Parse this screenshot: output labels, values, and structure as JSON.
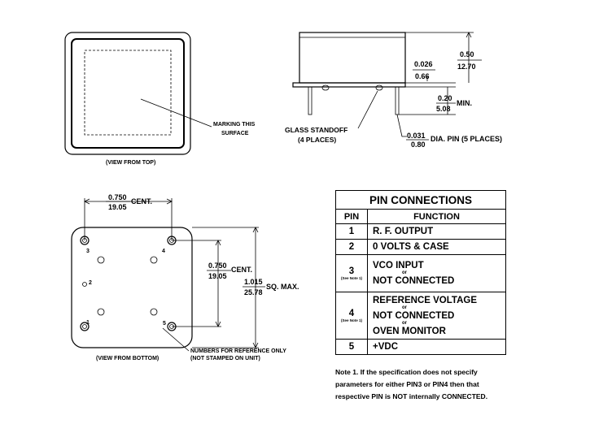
{
  "top_view": {
    "marking_label_1": "MARKING THIS",
    "marking_label_2": "SURFACE",
    "caption": "(VIEW FROM TOP)"
  },
  "side_view": {
    "height": {
      "in": "0.50",
      "mm": "12.70"
    },
    "standoff": {
      "in": "0.026",
      "mm": "0.66"
    },
    "pin_length": {
      "in": "0.20",
      "mm": "5.08",
      "suffix": "MIN."
    },
    "glass_standoff_1": "GLASS STANDOFF",
    "glass_standoff_2": "(4 PLACES)",
    "pin_dia": {
      "in": "0.031",
      "mm": "0.80",
      "suffix": "DIA. PIN (5 PLACES)"
    }
  },
  "bottom_view": {
    "horiz_spacing": {
      "in": "0.750",
      "mm": "19.05",
      "suffix": "CENT."
    },
    "vert_spacing": {
      "in": "0.750",
      "mm": "19.05",
      "suffix": "CENT."
    },
    "size": {
      "in": "1.015",
      "mm": "25.78",
      "suffix": "SQ. MAX."
    },
    "pins": [
      "1",
      "2",
      "3",
      "4",
      "5"
    ],
    "numbers_note_1": "NUMBERS FOR REFERENCE ONLY",
    "numbers_note_2": "(NOT STAMPED ON UNIT)",
    "caption": "(VIEW FROM BOTTOM)"
  },
  "pin_table": {
    "title": "PIN CONNECTIONS",
    "col_pin": "PIN",
    "col_function": "FUNCTION",
    "see_note": "(See Note 1)",
    "or": "or",
    "rows": [
      {
        "pin": "1",
        "function": [
          "R. F. OUTPUT"
        ]
      },
      {
        "pin": "2",
        "function": [
          "0 VOLTS & CASE"
        ]
      },
      {
        "pin": "3",
        "function": [
          "VCO INPUT",
          "NOT CONNECTED"
        ]
      },
      {
        "pin": "4",
        "function": [
          "REFERENCE VOLTAGE",
          "NOT CONNECTED",
          "OVEN MONITOR"
        ]
      },
      {
        "pin": "5",
        "function": [
          "+VDC"
        ]
      }
    ]
  },
  "note": {
    "line1": "Note 1.  If the specification does not specify",
    "line2": "parameters for either PIN3 or PIN4 then that",
    "line3": "respective PIN is NOT internally CONNECTED."
  }
}
